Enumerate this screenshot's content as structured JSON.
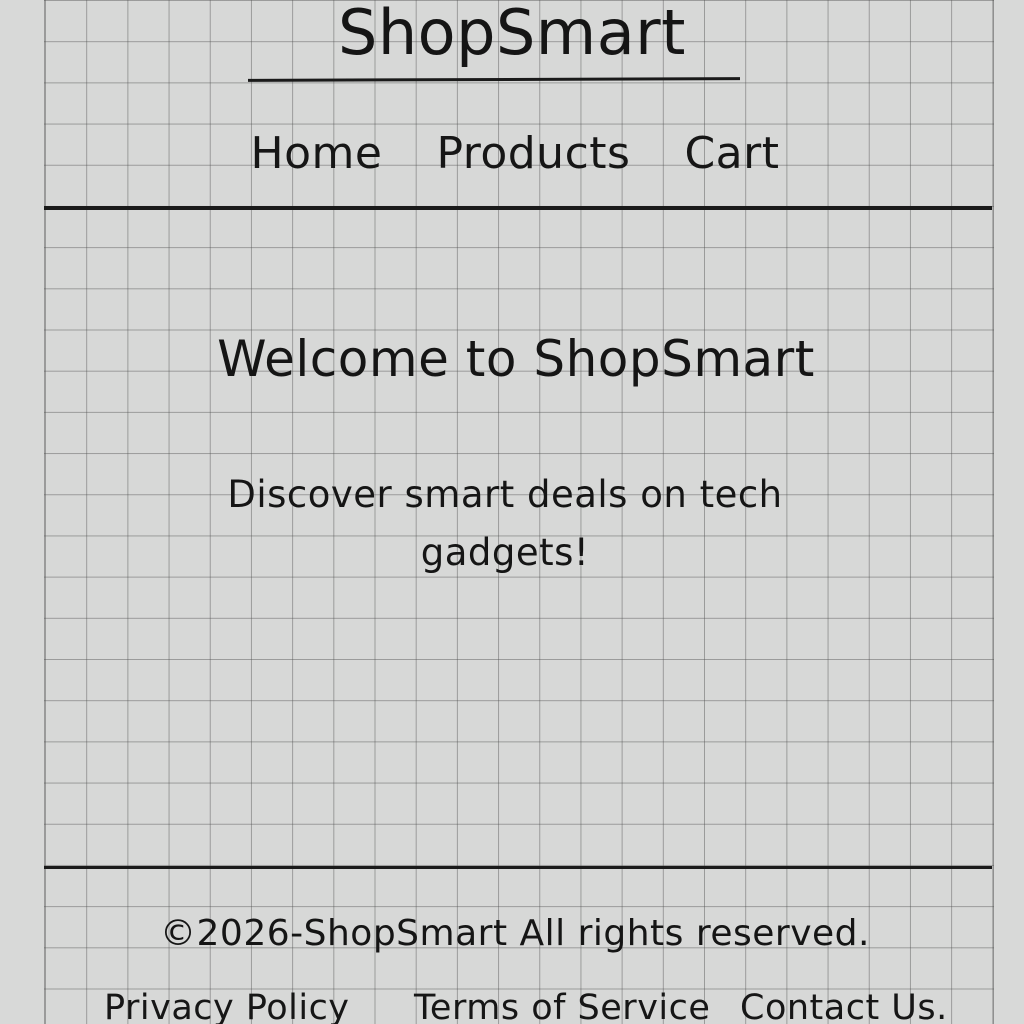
{
  "header": {
    "logo_text": "ShopSmart",
    "nav": [
      {
        "label": "Home"
      },
      {
        "label": "Products"
      },
      {
        "label": "Cart"
      }
    ]
  },
  "main": {
    "title": "Welcome to ShopSmart",
    "subtitle": "Discover smart deals on tech gadgets!"
  },
  "footer": {
    "copyright": "©2026-ShopSmart All rights reserved.",
    "links": [
      {
        "label": "Privacy Policy"
      },
      {
        "label": "Terms of Service"
      },
      {
        "label": "Contact Us."
      }
    ]
  }
}
